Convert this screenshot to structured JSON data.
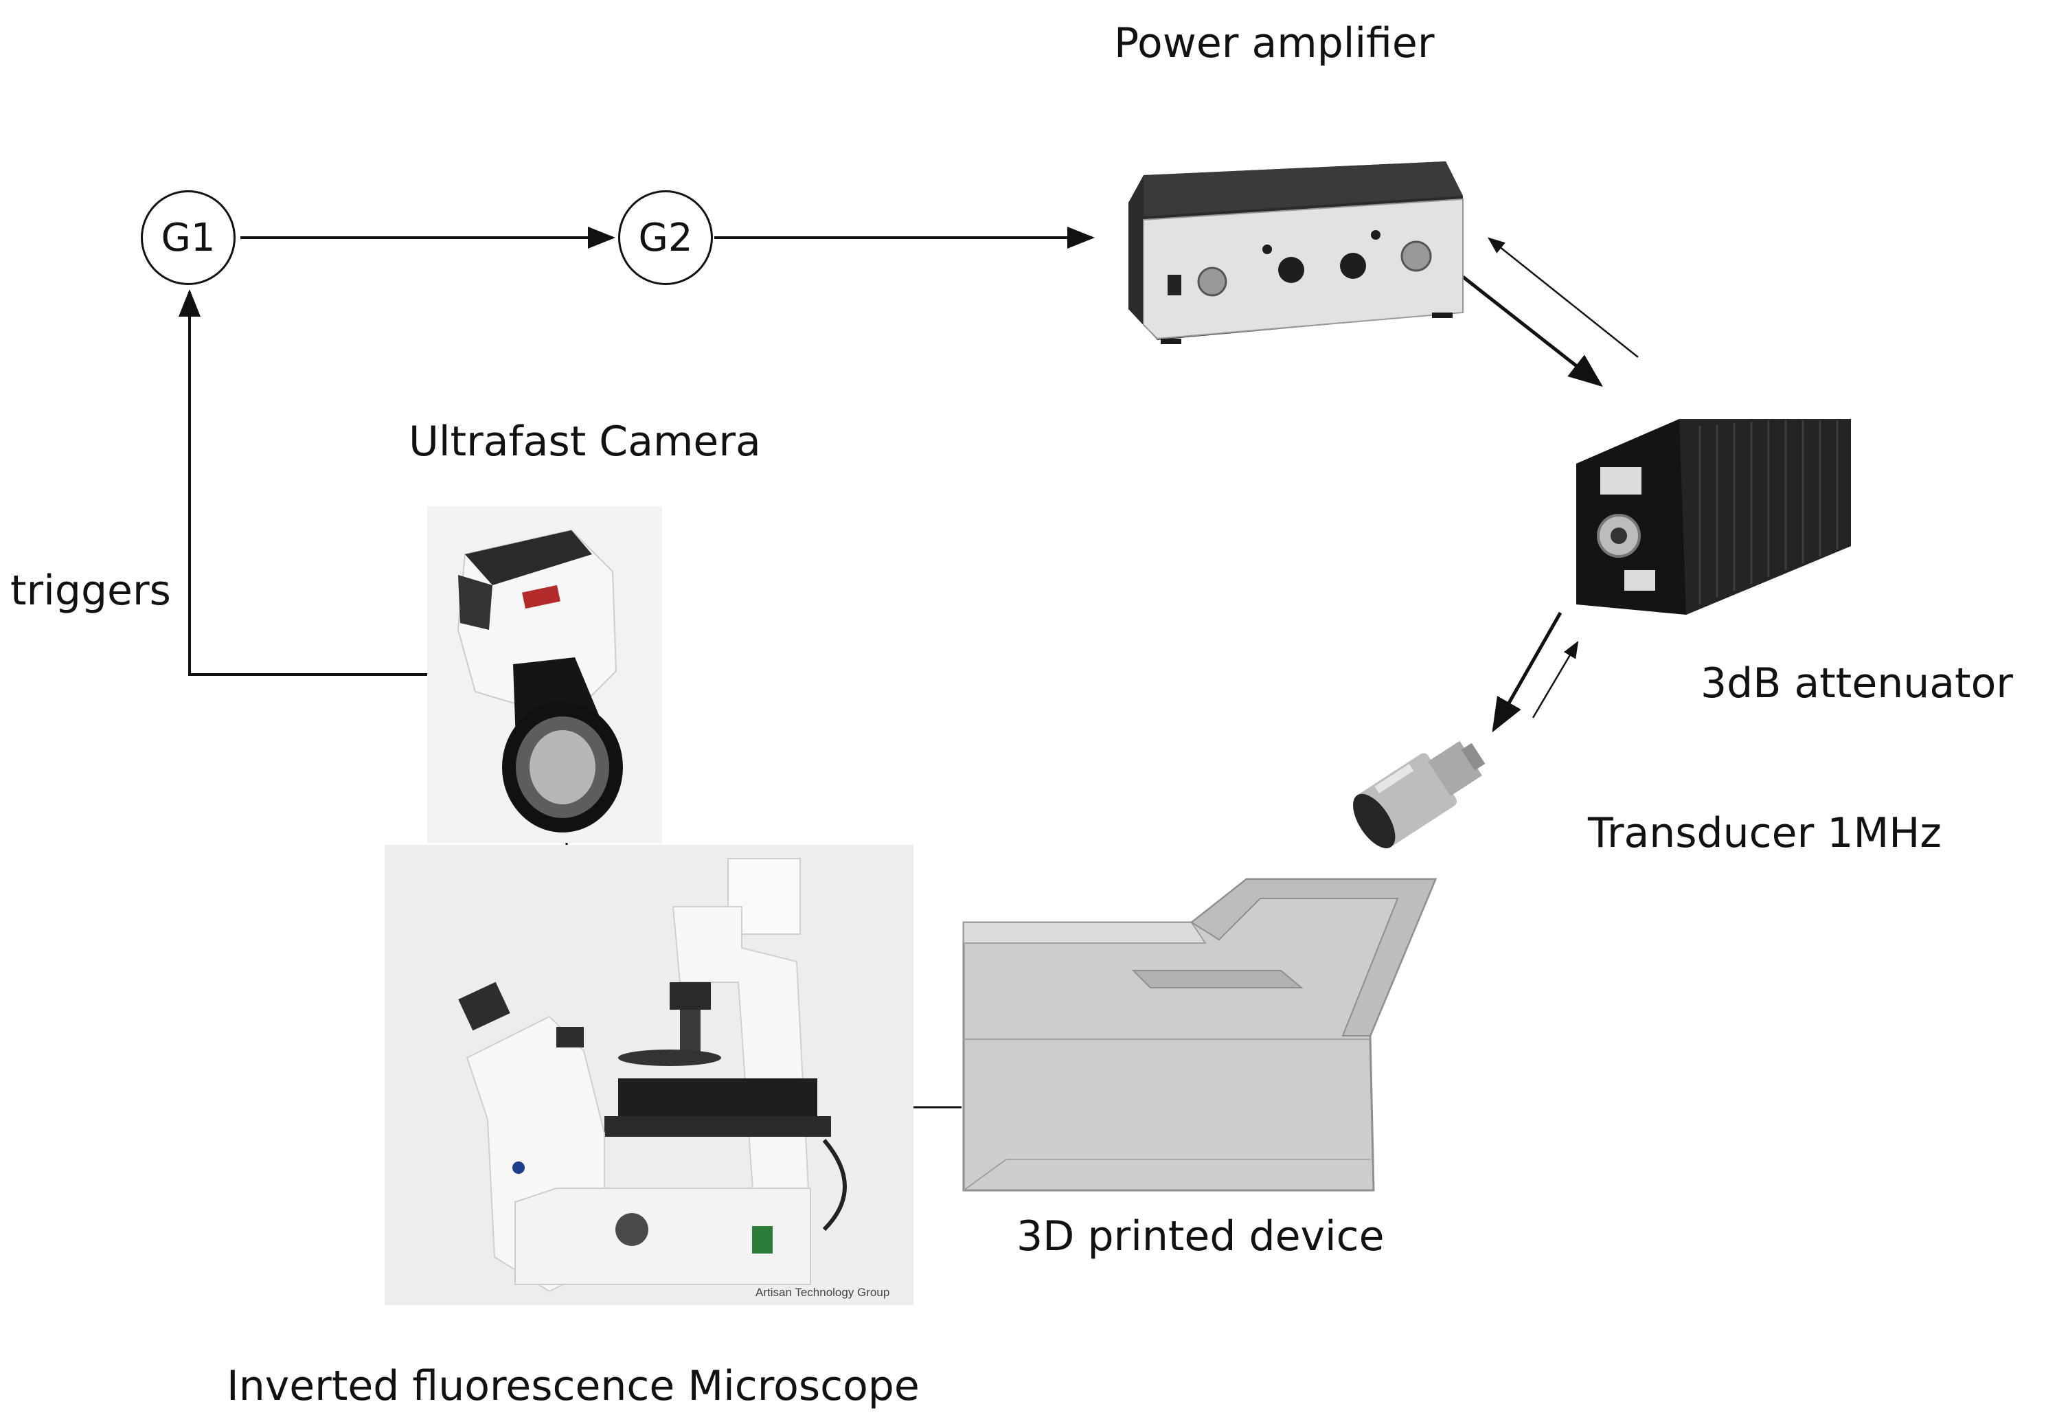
{
  "nodes": {
    "g1": "G1",
    "g2": "G2"
  },
  "labels": {
    "power_amplifier": "Power amplifier",
    "ultrafast_camera": "Ultrafast Camera",
    "triggers": "triggers",
    "attenuator": "3dB attenuator",
    "transducer": "Transducer 1MHz",
    "printed_device": "3D printed device",
    "microscope": "Inverted fluorescence Microscope"
  },
  "microscope_photo": {
    "credit": "Artisan Technology Group"
  },
  "colors": {
    "line": "#111111",
    "device_fill": "#c9c9c9",
    "amplifier_body": "#2b2b2b",
    "attenuator_body": "#141414"
  }
}
